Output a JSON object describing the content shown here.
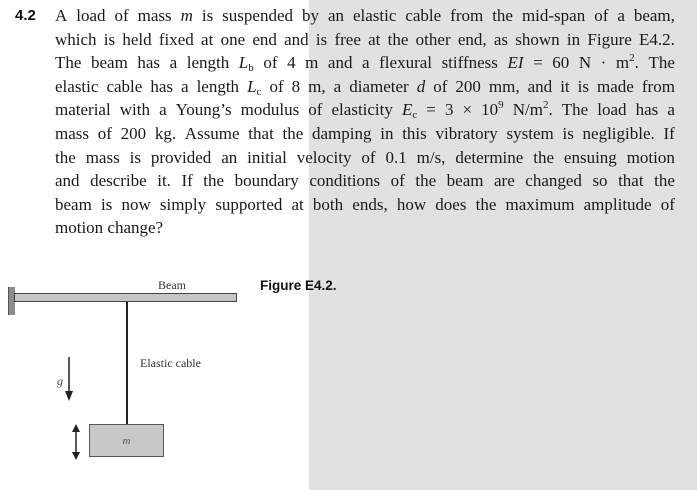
{
  "problem": {
    "number": "4.2",
    "lines": [
      [
        "A load of mass ",
        {
          "i": "m"
        },
        " is suspended by an elastic cable from the mid-span of a beam,"
      ],
      [
        "which is held fixed at one end and is free at the other end, as shown in Figure E4.2."
      ],
      [
        "The beam has a length ",
        {
          "i": "L",
          "sub": "b"
        },
        " of 4 m and a flexural stiffness ",
        {
          "i": "EI"
        },
        " = 60 N · m",
        {
          "sup": "2"
        },
        ". The"
      ],
      [
        "elastic cable has a length ",
        {
          "i": "L",
          "sub": "c"
        },
        " of 8 m, a diameter ",
        {
          "i": "d"
        },
        " of 200 mm, and it is made from"
      ],
      [
        "material with a Young’s modulus of elasticity ",
        {
          "i": "E",
          "sub": "c"
        },
        " = 3 × 10",
        {
          "sup": "9"
        },
        " N/m",
        {
          "sup": "2"
        },
        ". The load has a"
      ],
      [
        "mass of 200 kg. Assume that the damping in this vibratory system is negligible. If"
      ],
      [
        "the mass is provided an initial velocity of 0.1 m/s, determine the ensuing motion"
      ],
      [
        "and describe it. If the boundary conditions of the beam are changed so that the"
      ],
      [
        "beam is now simply supported at both ends, how does the maximum amplitude of"
      ],
      [
        "motion change?"
      ]
    ]
  },
  "figure": {
    "caption": "Figure E4.2.",
    "beam_label": "Beam",
    "cable_label": "Elastic cable",
    "mass_label": "m",
    "gravity_label": "g",
    "icons": [
      "fixed-wall-support",
      "gravity-arrow-down",
      "motion-double-arrow"
    ]
  },
  "colors": {
    "panel_gray": "#e1e1e1",
    "beam_fill": "#c6c6c6",
    "mass_fill": "#c8c8c8"
  }
}
